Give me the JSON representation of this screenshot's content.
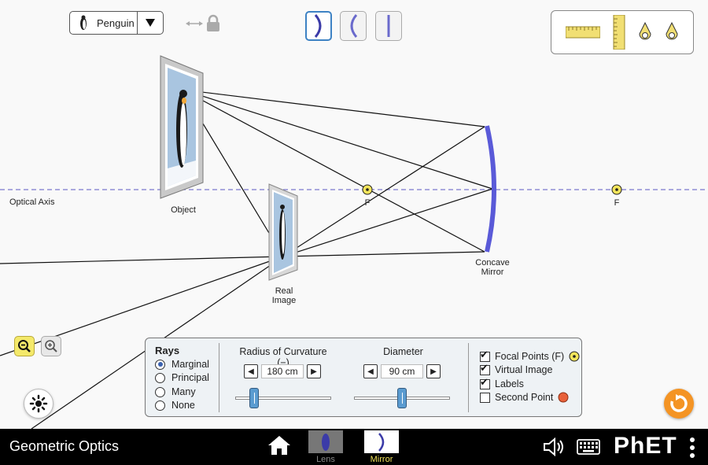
{
  "object_selector": {
    "selected": "Penguin"
  },
  "scene": {
    "optical_axis_label": "Optical Axis",
    "object_label": "Object",
    "image_label_line1": "Real",
    "image_label_line2": "Image",
    "mirror_label_line1": "Concave",
    "mirror_label_line2": "Mirror",
    "focal_left": "F",
    "focal_right": "F"
  },
  "controls": {
    "rays": {
      "title": "Rays",
      "options": [
        "Marginal",
        "Principal",
        "Many",
        "None"
      ],
      "selected": "Marginal"
    },
    "radius": {
      "title": "Radius of Curvature (−)",
      "value": "180 cm",
      "slider_fraction": 0.2
    },
    "diameter": {
      "title": "Diameter",
      "value": "90 cm",
      "slider_fraction": 0.5
    },
    "checkboxes": [
      {
        "label": "Focal Points (F)",
        "checked": true
      },
      {
        "label": "Virtual Image",
        "checked": true
      },
      {
        "label": "Labels",
        "checked": true
      },
      {
        "label": "Second Point",
        "checked": false
      }
    ]
  },
  "navbar": {
    "title": "Geometric Optics",
    "screens": [
      {
        "label": "Lens",
        "selected": false
      },
      {
        "label": "Mirror",
        "selected": true
      }
    ],
    "brand": "PhET"
  },
  "colors": {
    "mirror": "#5a5ad8",
    "optical_axis": "#7b77cf",
    "focal_point": "#f3e55b",
    "reset": "#f49424",
    "selected_screen_label": "#f2e35b",
    "accent_selected": "#3d82c4"
  },
  "icons": [
    "penguin-icon",
    "chevron-down-icon",
    "lock-icon",
    "ruler-icon",
    "probe-icon",
    "zoom-out-icon",
    "zoom-in-icon",
    "light-icon",
    "reset-icon",
    "home-icon",
    "sound-icon",
    "keyboard-icon",
    "menu-icon"
  ]
}
